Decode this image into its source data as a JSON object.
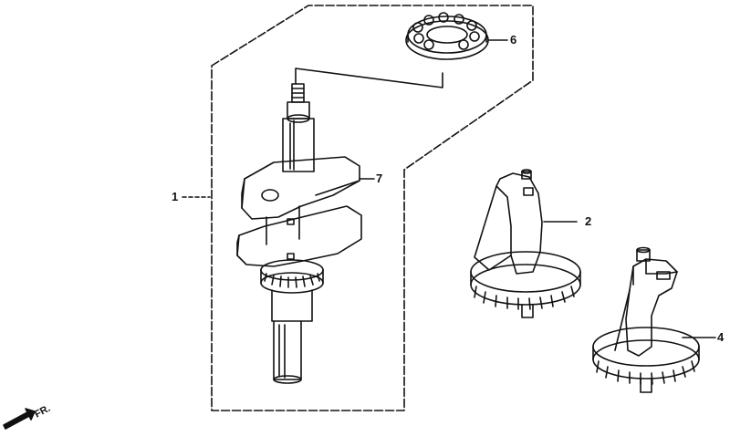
{
  "diagram": {
    "callouts": {
      "part1": "1",
      "part2": "2",
      "part4": "4",
      "part6": "6",
      "part7": "7"
    },
    "front_indicator": "FR.",
    "colors": {
      "line": "#111111",
      "background": "#ffffff"
    }
  }
}
